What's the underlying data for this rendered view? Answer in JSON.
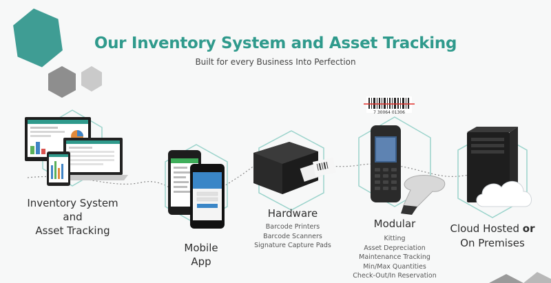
{
  "title": "Our Inventory System and Asset Tracking",
  "subtitle": "Built for every Business Into Perfection",
  "colors": {
    "teal": "#2f9a8c",
    "hex_teal": "#3f9d94",
    "hex_gray": "#8e8e8e",
    "hex_light": "#c8c8c8",
    "outline": "#9ad3cb"
  },
  "sections": {
    "inventory": {
      "line1": "Inventory System",
      "line2": "and",
      "line3": "Asset Tracking"
    },
    "mobile": {
      "line1": "Mobile",
      "line2": "App"
    },
    "hardware": {
      "title": "Hardware",
      "items": [
        "Barcode Printers",
        "Barcode Scanners",
        "Signature Capture Pads"
      ]
    },
    "modular": {
      "title": "Modular",
      "items": [
        "Kitting",
        "Asset Depreciation",
        "Maintenance Tracking",
        "Min/Max Quantities",
        "Check-Out/In Reservation"
      ]
    },
    "cloud": {
      "line1": "Cloud Hosted",
      "or1": "or",
      "line2": "On Premises"
    }
  },
  "barcode_text": "7 30064 01306"
}
